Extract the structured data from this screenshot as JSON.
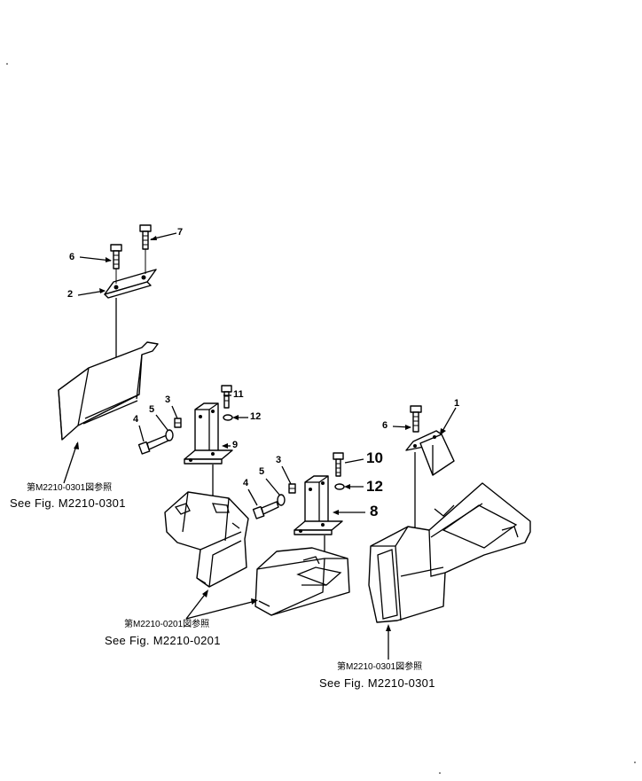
{
  "callouts": {
    "c1": "1",
    "c2": "2",
    "c3a": "3",
    "c3b": "3",
    "c4a": "4",
    "c4b": "4",
    "c5a": "5",
    "c5b": "5",
    "c6a": "6",
    "c6b": "6",
    "c7": "7",
    "c8": "8",
    "c9": "9",
    "c10": "10",
    "c11": "11",
    "c12a": "12",
    "c12b": "12"
  },
  "references": {
    "left": {
      "jp": "第M2210-0301図参照",
      "en": "See Fig. M2210-0301"
    },
    "center": {
      "jp": "第M2210-0201図参照",
      "en": "See Fig. M2210-0201"
    },
    "right": {
      "jp": "第M2210-0301図参照",
      "en": "See Fig. M2210-0301"
    }
  }
}
